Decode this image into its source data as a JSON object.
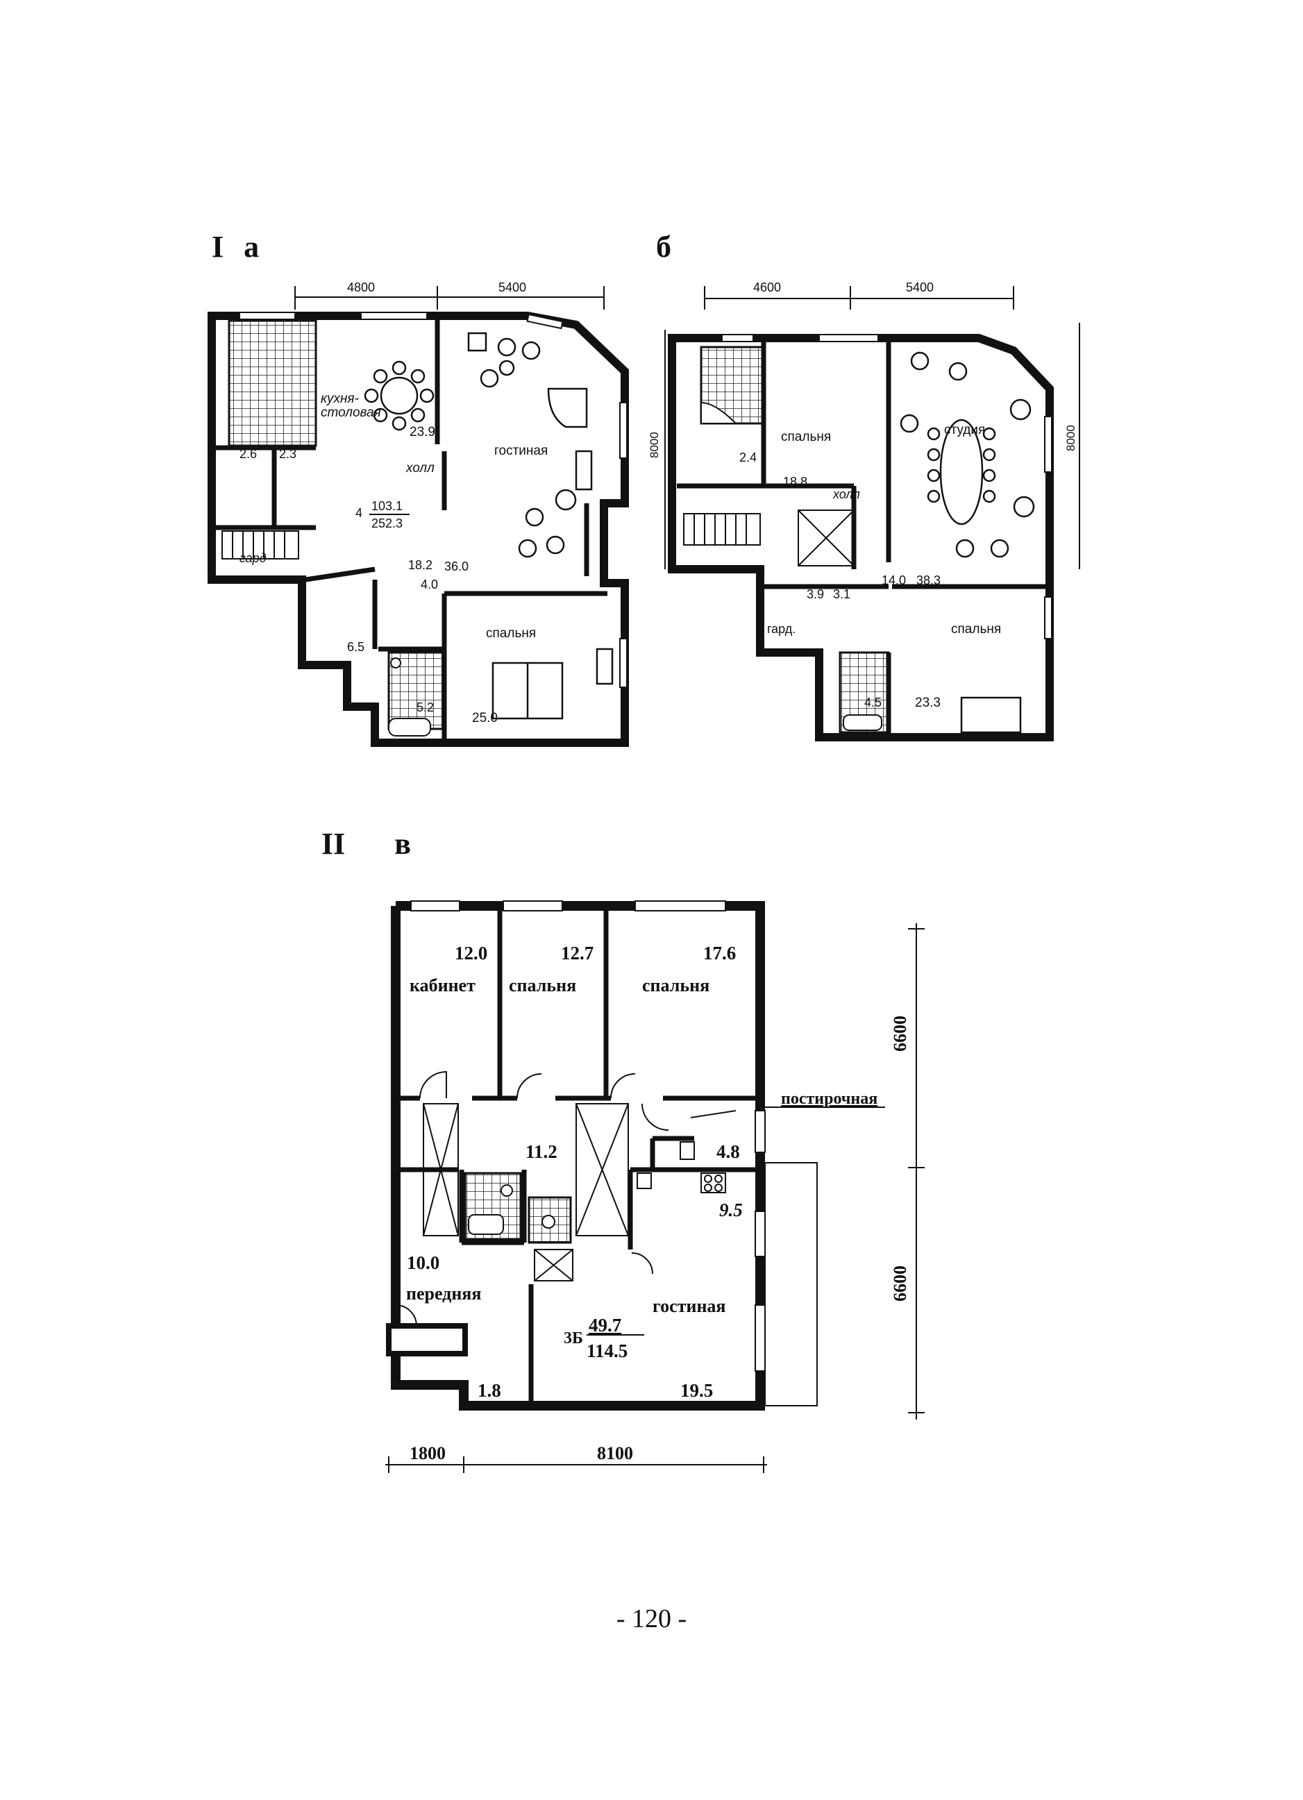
{
  "headers": {
    "section_1": "I",
    "plan_a": "а",
    "plan_b": "б",
    "section_2": "II",
    "plan_v": "в"
  },
  "plan_a": {
    "dims": {
      "d1": "4800",
      "d2": "5400"
    },
    "rooms": {
      "kitchen_line1": "кухня-",
      "kitchen_line2": "столовая",
      "kitchen_area": "23.9",
      "living": "гостиная",
      "hall": "холл",
      "garderobe": "гард",
      "bedroom": "спальня",
      "a_26": "2.6",
      "a_23": "2.3",
      "apt_num": "4",
      "apt_living": "103.1",
      "apt_total": "252.3",
      "a_182": "18.2",
      "a_360": "36.0",
      "a_40": "4.0",
      "a_65": "6.5",
      "a_52": "5.2",
      "a_250": "25.0"
    }
  },
  "plan_b": {
    "dims": {
      "d1": "4600",
      "d2": "5400",
      "v1": "8000",
      "v2": "8000"
    },
    "rooms": {
      "studio": "студия",
      "bedroom1": "спальня",
      "bedroom2": "спальня",
      "hall": "холл",
      "garderobe": "гард.",
      "a_24": "2.4",
      "a_188": "18.8",
      "a_39": "3.9",
      "a_31": "3.1",
      "a_140": "14.0",
      "a_383": "38.3",
      "a_45": "4.5",
      "a_233": "23.3"
    }
  },
  "plan_v": {
    "dims": {
      "h1": "1800",
      "h2": "8100",
      "v1": "6600",
      "v2": "6600"
    },
    "rooms": {
      "cabinet": "кабинет",
      "cabinet_area": "12.0",
      "bedroom1": "спальня",
      "bedroom1_area": "12.7",
      "bedroom2": "спальня",
      "bedroom2_area": "17.6",
      "laundry": "постирочная",
      "laundry_area": "4.8",
      "corridor_area": "11.2",
      "kitchen_area": "9.5",
      "entry_area": "10.0",
      "entry": "передняя",
      "living": "гостиная",
      "apt_code": "3Б",
      "apt_living": "49.7",
      "apt_total": "114.5",
      "a_18": "1.8",
      "a_195": "19.5"
    }
  },
  "page_number": "- 120 -"
}
